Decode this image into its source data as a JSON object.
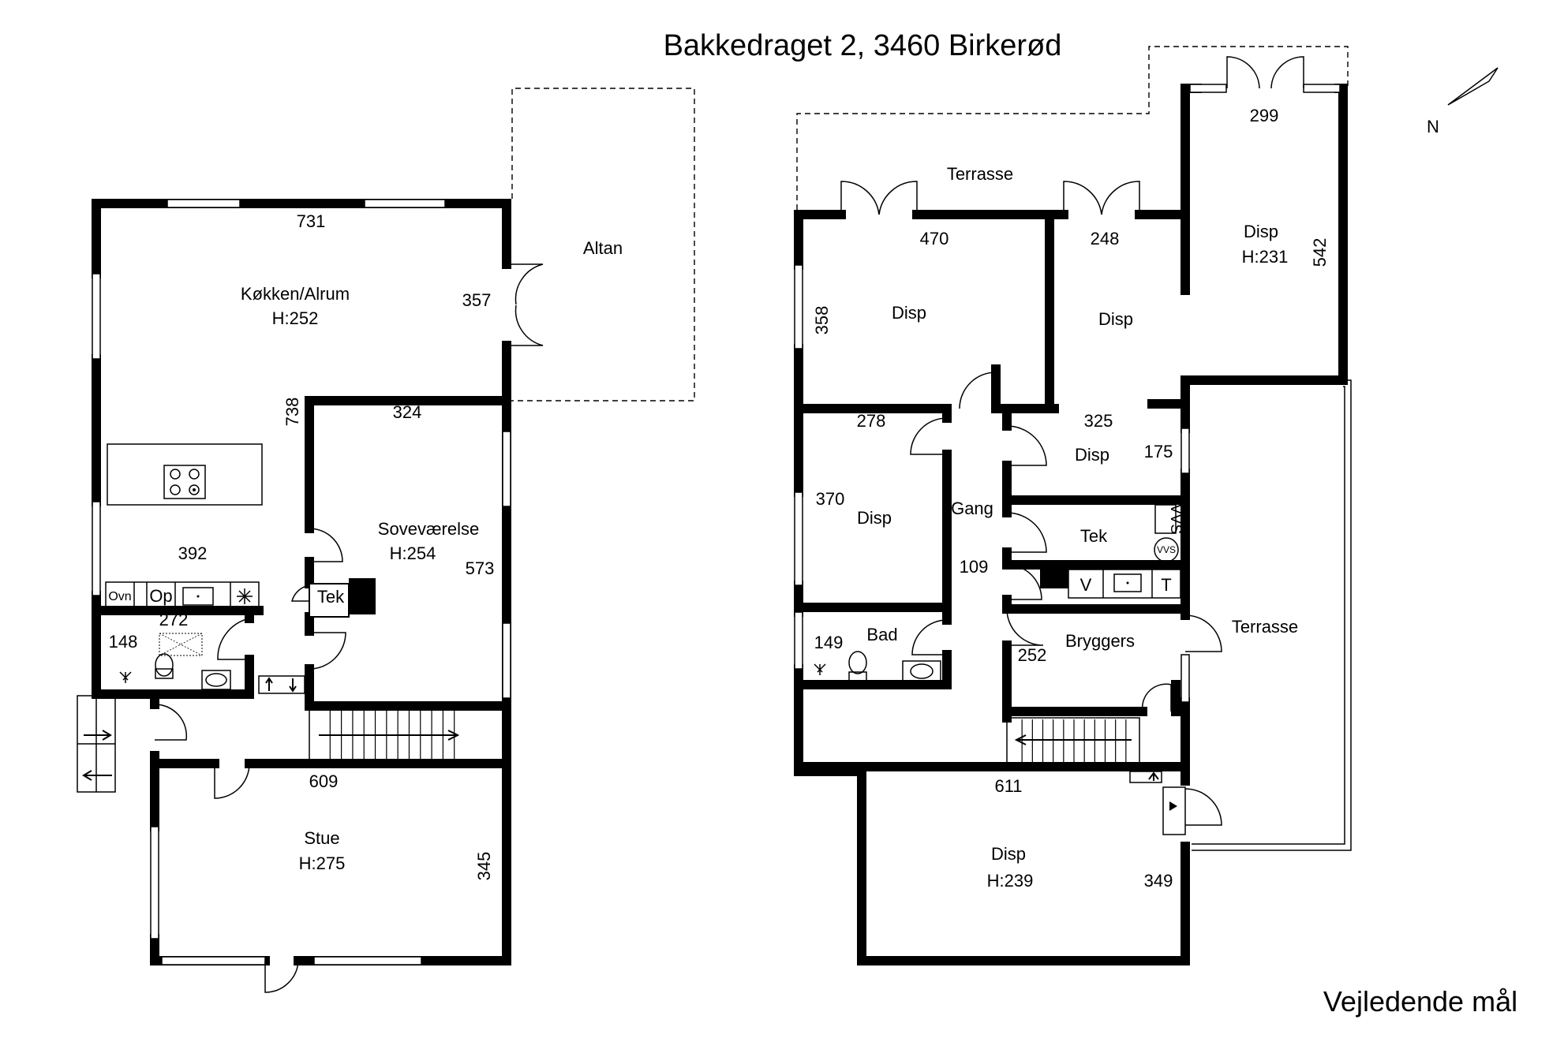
{
  "title": "Bakkedraget 2, 3460 Birkerød",
  "footer_note": "Vejledende mål",
  "compass_label": "N",
  "ground_floor": {
    "rooms": {
      "kitchen_name": "Køkken/Alrum",
      "kitchen_height": "H:252",
      "bedroom_name": "Soveværelse",
      "bedroom_height": "H:254",
      "living_name": "Stue",
      "living_height": "H:275",
      "tech_name": "Tek",
      "balcony_name": "Altan"
    },
    "appliances": {
      "oven": "Ovn",
      "dishwasher": "Op"
    },
    "dimensions": {
      "kitchen_width": "731",
      "kitchen_door_wall": "357",
      "kitchen_depth": "738",
      "counter_width": "392",
      "bath_width": "272",
      "bath_depth": "148",
      "bedroom_width": "324",
      "bedroom_depth": "573",
      "living_width": "609",
      "living_depth": "345"
    }
  },
  "basement_floor": {
    "rooms": {
      "terrace_top": "Terrasse",
      "terrace_right": "Terrasse",
      "disp_large": "Disp",
      "disp_middle": "Disp",
      "disp_right": "Disp",
      "disp_right_height": "H:231",
      "disp_small": "Disp",
      "disp_left": "Disp",
      "hall": "Gang",
      "tech": "Tek",
      "vvs_1": "VVS",
      "vvs_2": "VVS",
      "bath": "Bad",
      "utility": "Bryggers",
      "disp_bottom": "Disp",
      "disp_bottom_height": "H:239"
    },
    "appliances": {
      "washer": "V",
      "dryer": "T"
    },
    "dimensions": {
      "door_299": "299",
      "disp_right_depth": "542",
      "disp_large_width": "470",
      "disp_middle_width": "248",
      "disp_large_depth": "358",
      "disp_left_width": "278",
      "disp_small_width": "325",
      "disp_small_depth": "175",
      "disp_left_depth": "370",
      "hall_width": "109",
      "bath_depth": "149",
      "utility_depth": "252",
      "disp_bottom_width": "611",
      "disp_bottom_depth": "349"
    }
  }
}
